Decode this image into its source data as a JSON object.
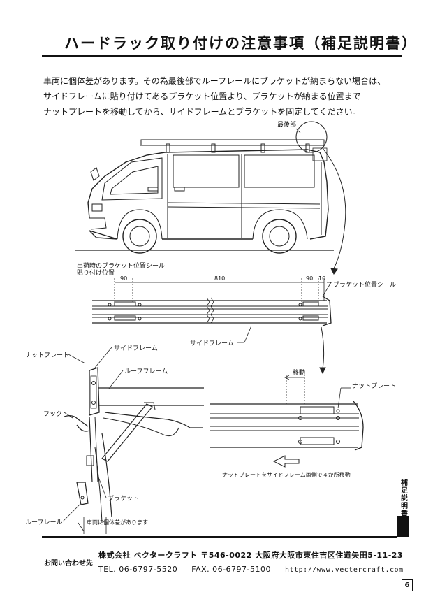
{
  "title": "ハードラック取り付けの注意事項（補足説明書）",
  "intro_lines": [
    "車両に個体差があります。その為最後部でルーフレールにブラケットが納まらない場合は、",
    "サイドフレームに貼り付けてあるブラケット位置より、ブラケットが納まる位置まで",
    "ナットプレートを移動してから、サイドフレームとブラケットを固定してください。"
  ],
  "labels": {
    "rearmost": "最後部",
    "shipping_sticker_line1": "出荷時のブラケット位置シール",
    "shipping_sticker_line2": "貼り付け位置",
    "dim_90_left": "90",
    "dim_810": "810",
    "dim_90_right": "90",
    "dim_10": "10",
    "bracket_sticker": "ブラケット位置シール",
    "side_frame_mid": "サイドフレーム",
    "nut_plate_left": "ナットプレート",
    "side_frame_top": "サイドフレーム",
    "roof_frame": "ルーフフレーム",
    "hook": "フック",
    "bracket": "ブラケット",
    "roof_rail": "ルーフレール",
    "vehicle_variance": "車両に個体差があります",
    "move": "移動",
    "nut_plate_right": "ナットプレート",
    "move_instruction": "ナットプレートをサイドフレーム両側で４か所移動"
  },
  "side_tab": "補足説明書",
  "footer": {
    "company": "株式会社 ベクタークラフト 〒546-0022 大阪府大阪市東住吉区住道矢田5-11-23",
    "inquiry": "お問い合わせ先",
    "tel_label": "TEL.",
    "tel": "06-6797-5520",
    "fax_label": "FAX.",
    "fax": "06-6797-5100",
    "url": "http://www.vectercraft.com"
  },
  "page_number": "6"
}
